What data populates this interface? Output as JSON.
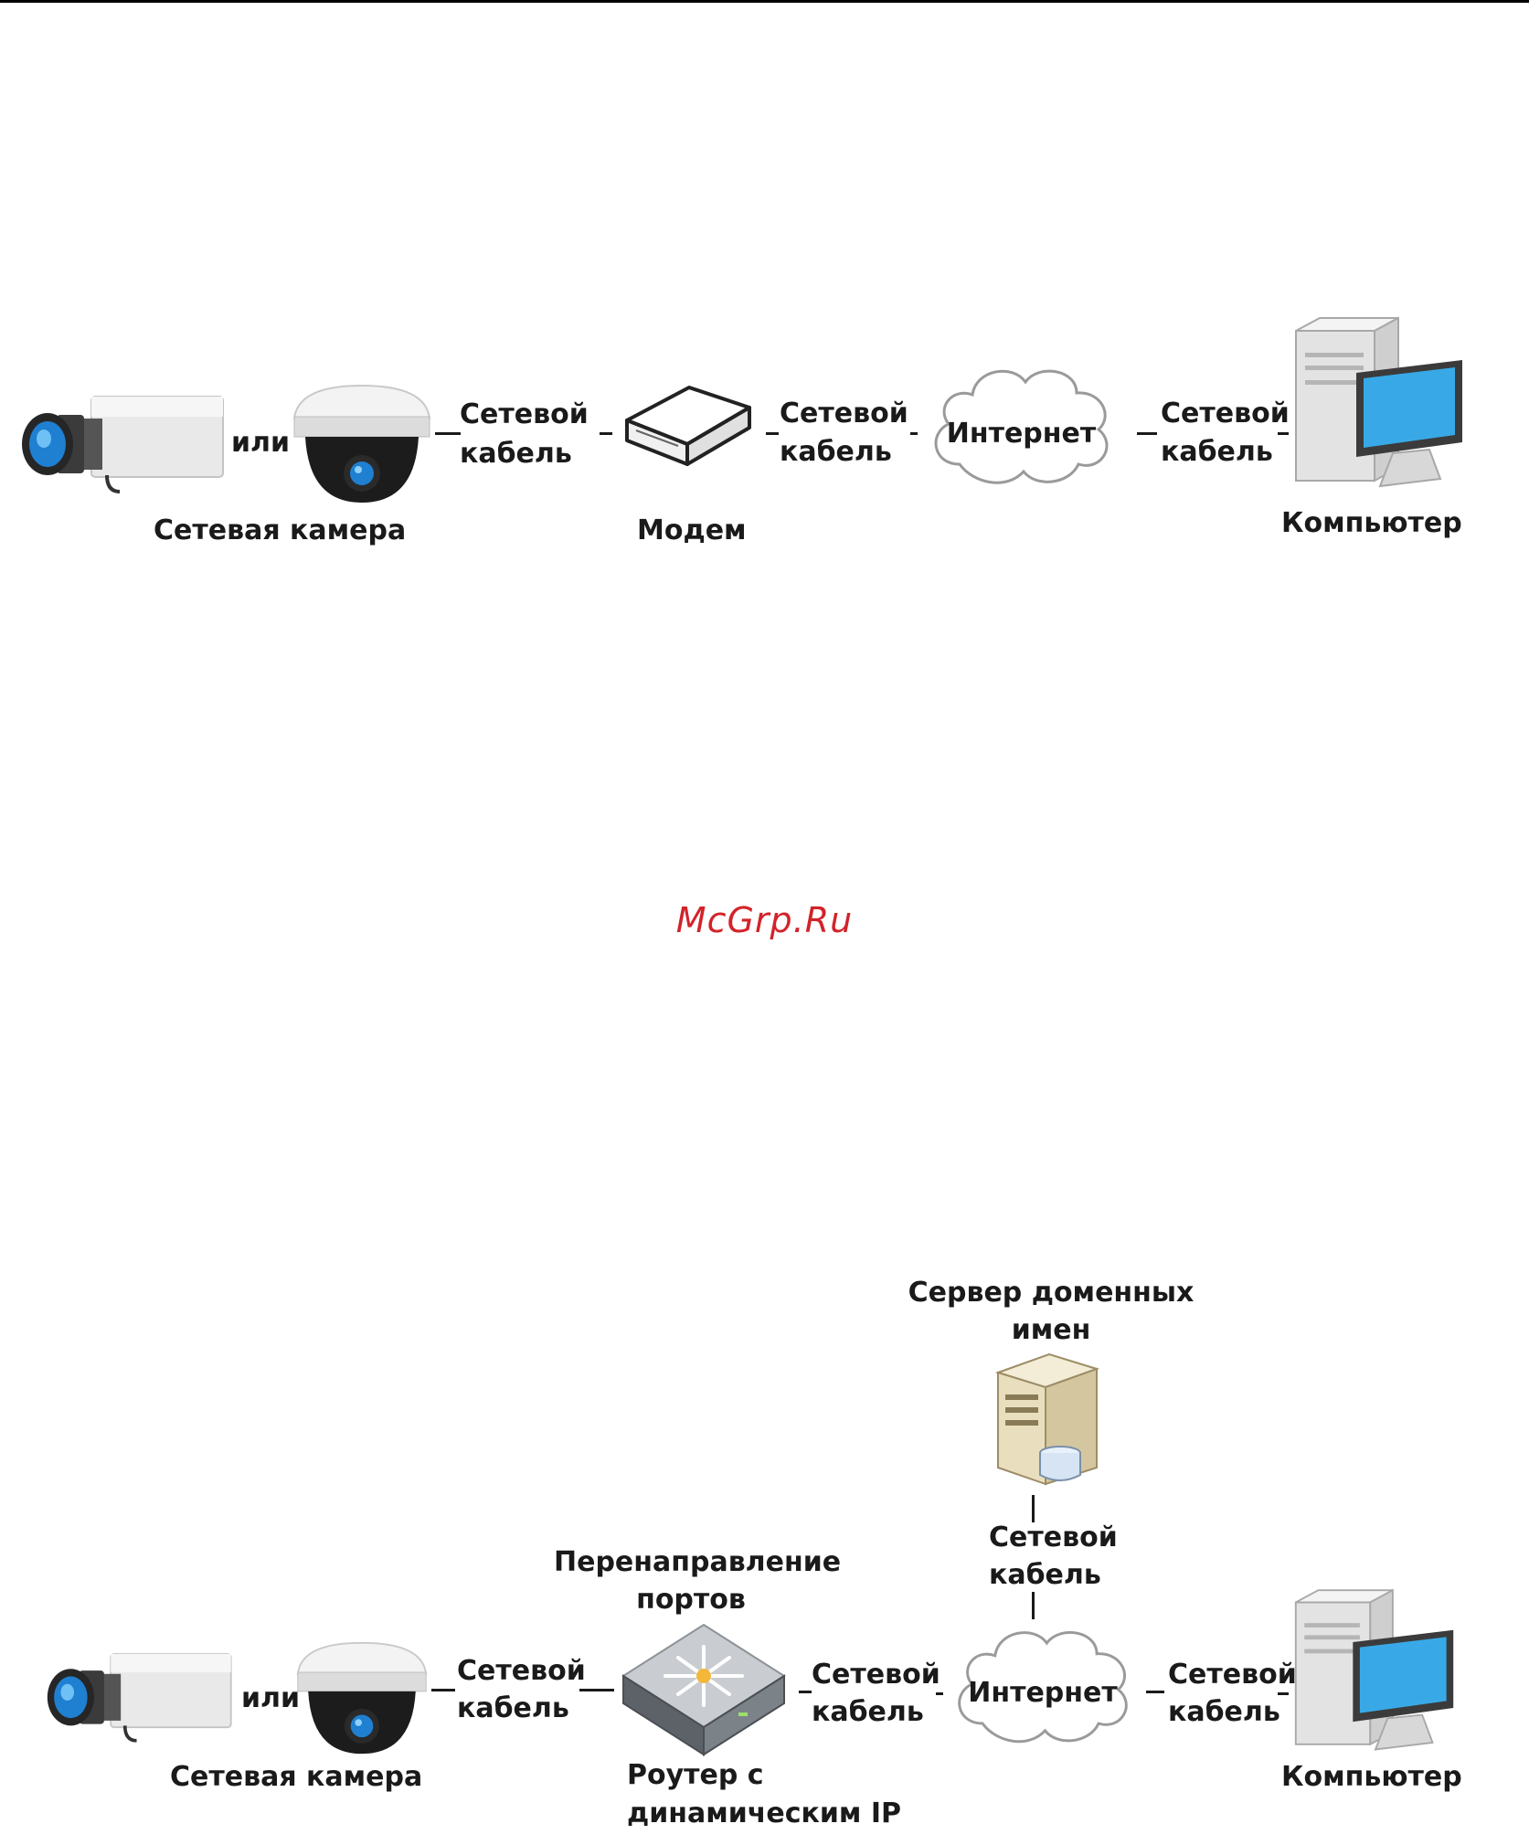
{
  "diagram1": {
    "or": "или",
    "camera_label": "Сетевая камера",
    "cable1_line1": "Сетевой",
    "cable1_line2": "кабель",
    "modem_label": "Модем",
    "cable2_line1": "Сетевой",
    "cable2_line2": "кабель",
    "internet_label": "Интернет",
    "cable3_line1": "Сетевой",
    "cable3_line2": "кабель",
    "computer_label": "Компьютер"
  },
  "watermark": "McGrp.Ru",
  "diagram2": {
    "or": "или",
    "camera_label": "Сетевая камера",
    "cable1_line1": "Сетевой",
    "cable1_line2": "кабель",
    "portfwd_line1": "Перенаправление",
    "portfwd_line2": "портов",
    "router_line1": "Роутер с",
    "router_line2": "динамическим IP",
    "cable2_line1": "Сетевой",
    "cable2_line2": "кабель",
    "internet_label": "Интернет",
    "dns_line1": "Сервер доменных",
    "dns_line2": "имен",
    "cable_dns_line1": "Сетевой",
    "cable_dns_line2": "кабель",
    "cable3_line1": "Сетевой",
    "cable3_line2": "кабель",
    "computer_label": "Компьютер"
  },
  "colors": {
    "lens_blue": "#1f7fd0",
    "screen_blue": "#38a9e6",
    "watermark_red": "#d2232a"
  }
}
